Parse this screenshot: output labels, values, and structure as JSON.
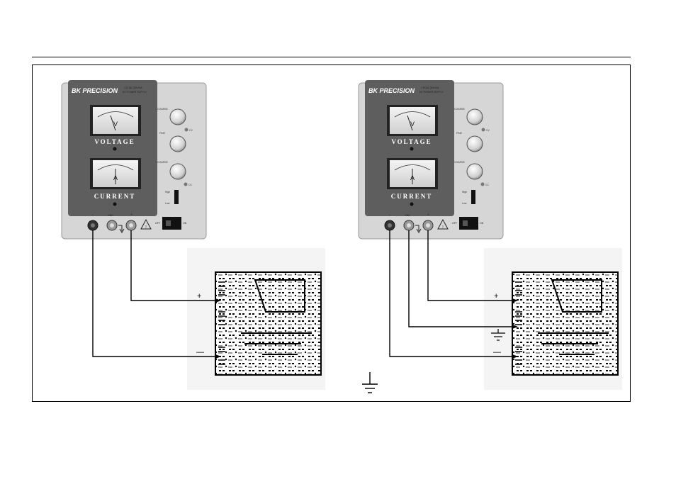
{
  "figure": {
    "left_supply": {
      "brand": "BK PRECISION",
      "model_line": "1710A  30V/1A",
      "subtitle": "DC POWER SUPPLY",
      "voltage_label": "VOLTAGE",
      "current_label": "CURRENT",
      "voltage_meter_letter": "V",
      "current_meter_letter": "A",
      "knob_coarse_1": "COARSE",
      "knob_fine": "FINE",
      "knob_coarse_2": "COARSE",
      "knob_tag_1": "CV",
      "knob_tag_2": "CC",
      "range_high": "High",
      "range_low": "Low",
      "term_neg": "−",
      "term_gnd": "GND",
      "term_pos": "+",
      "switch_off": "OFF",
      "switch_on": "ON"
    },
    "right_supply": {
      "brand": "BK PRECISION",
      "model_line": "1710A  30V/1A",
      "subtitle": "DC POWER SUPPLY",
      "voltage_label": "VOLTAGE",
      "current_label": "CURRENT",
      "voltage_meter_letter": "V",
      "current_meter_letter": "A",
      "knob_coarse_1": "COARSE",
      "knob_fine": "FINE",
      "knob_coarse_2": "COARSE",
      "knob_tag_1": "CV",
      "knob_tag_2": "CC",
      "range_high": "High",
      "range_low": "Low",
      "term_neg": "−",
      "term_gnd": "GND",
      "term_pos": "+",
      "switch_off": "OFF",
      "switch_on": "ON"
    },
    "left_board": {
      "plus_label": "+",
      "minus_label": "—"
    },
    "right_board": {
      "plus_label": "+",
      "minus_label": "—"
    }
  }
}
